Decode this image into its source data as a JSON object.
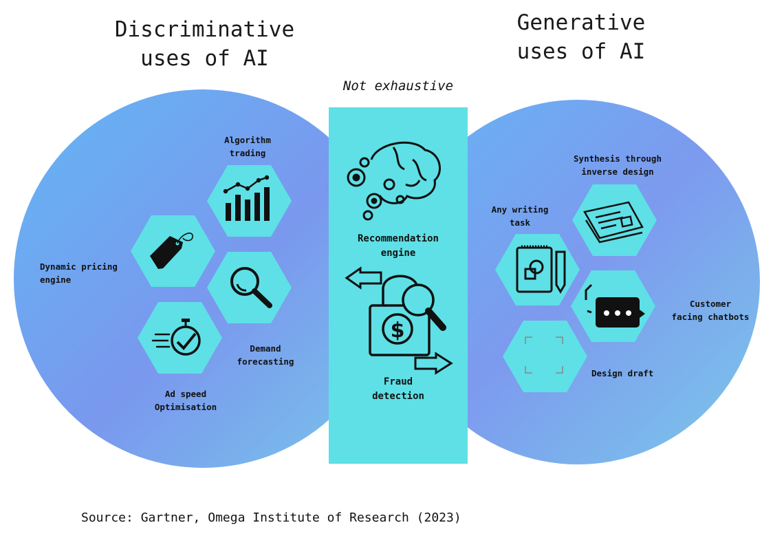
{
  "header": {
    "left_title": "Discriminative\nuses of AI",
    "right_title": "Generative\nuses of AI",
    "note": "Not exhaustive"
  },
  "discriminative": {
    "items": [
      {
        "label": "Algorithm\ntrading",
        "icon": "bar-chart-trend-icon"
      },
      {
        "label": "Dynamic pricing\nengine",
        "icon": "price-tag-icon"
      },
      {
        "label": "Demand\nforecasting",
        "icon": "magnifier-icon"
      },
      {
        "label": "Ad speed\nOptimisation",
        "icon": "stopwatch-check-icon"
      }
    ]
  },
  "shared": {
    "items": [
      {
        "label": "Recommendation\nengine",
        "icon": "brain-gears-icon"
      },
      {
        "label": "Fraud\ndetection",
        "icon": "lock-dollar-search-icon"
      }
    ]
  },
  "generative": {
    "items": [
      {
        "label": "Synthesis through\ninverse design",
        "icon": "newspaper-icon"
      },
      {
        "label": "Any writing\ntask",
        "icon": "notepad-pencil-icon"
      },
      {
        "label": "Customer\nfacing chatbots",
        "icon": "chat-bubble-icon"
      },
      {
        "label": "Design draft",
        "icon": "frame-corners-icon"
      }
    ]
  },
  "colors": {
    "circle_a": "#5fb8f2",
    "circle_b": "#7b98ee",
    "hexagon": "#5ee0e6",
    "center_band": "#5ee0e6"
  },
  "source": "Source: Gartner, Omega Institute of Research (2023)"
}
